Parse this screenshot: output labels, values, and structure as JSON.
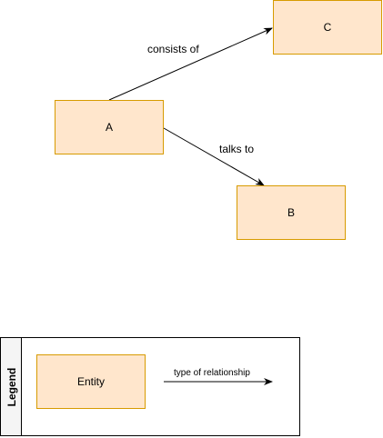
{
  "diagram": {
    "nodes": [
      {
        "id": "A",
        "label": "A"
      },
      {
        "id": "B",
        "label": "B"
      },
      {
        "id": "C",
        "label": "C"
      }
    ],
    "edges": [
      {
        "from": "A",
        "to": "C",
        "label": "consists of"
      },
      {
        "from": "A",
        "to": "B",
        "label": "talks to"
      }
    ]
  },
  "legend": {
    "title": "Legend",
    "entity_label": "Entity",
    "relationship_label": "type of relationship"
  },
  "colors": {
    "entity_fill": "#ffe6cc",
    "entity_stroke": "#d79b00",
    "edge": "#000000",
    "legend_border": "#000000"
  }
}
